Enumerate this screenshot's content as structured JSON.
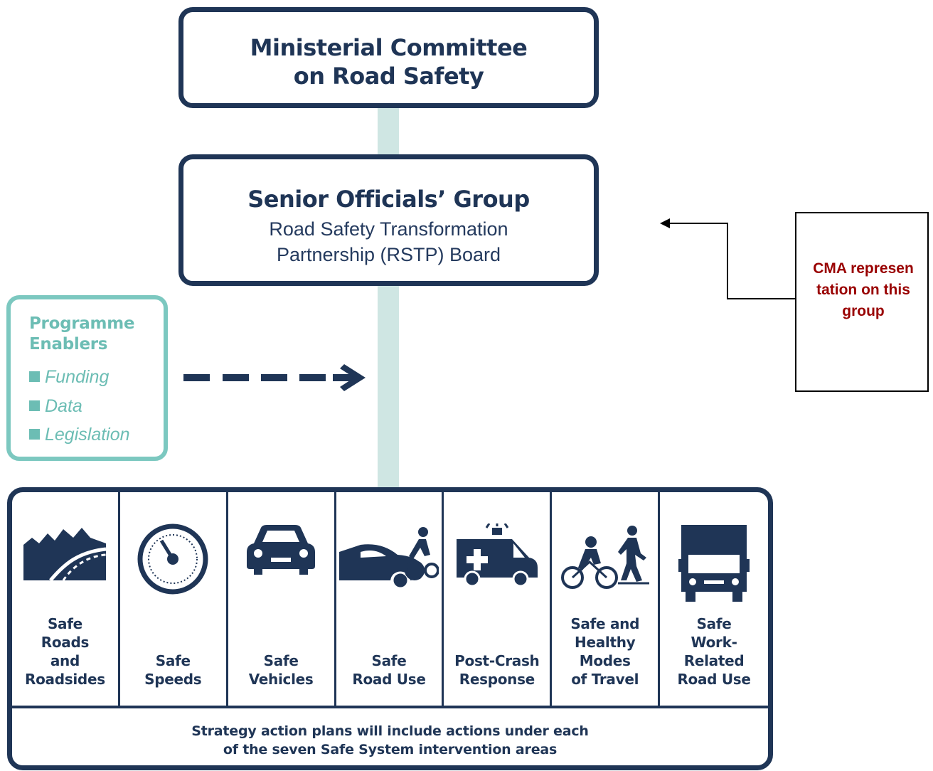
{
  "ministerial_committee": {
    "lines": [
      "Ministerial Committee",
      "on Road Safety"
    ]
  },
  "senior_officials_group": {
    "title": "Senior Officials’ Group",
    "subtitle_lines": [
      "Road Safety Transformation",
      "Partnership (RSTP) Board"
    ]
  },
  "programme_enablers": {
    "title_lines": [
      "Programme",
      "Enablers"
    ],
    "items": [
      "Funding",
      "Data",
      "Legislation"
    ]
  },
  "intervention_areas": [
    {
      "label": "Safe\nRoads\nand\nRoadsides",
      "icon": "road-mountains-icon"
    },
    {
      "label": "Safe\nSpeeds",
      "icon": "speedometer-icon"
    },
    {
      "label": "Safe\nVehicles",
      "icon": "car-icon"
    },
    {
      "label": "Safe\nRoad Use",
      "icon": "car-and-cyclist-icon"
    },
    {
      "label": "Post-Crash\nResponse",
      "icon": "ambulance-icon"
    },
    {
      "label": "Safe and\nHealthy\nModes\nof Travel",
      "icon": "cyclist-and-pedestrian-icon"
    },
    {
      "label": "Safe\nWork-\nRelated\nRoad Use",
      "icon": "truck-icon"
    }
  ],
  "footer_lines": [
    "Strategy action plans will include actions under each",
    "of the seven Safe System intervention areas"
  ],
  "cma_note": "CMA representation on this group",
  "colors": {
    "navy": "#1f3556",
    "teal": "#6cbdb4",
    "connector": "#cfe6e3",
    "note_red": "#990000"
  }
}
